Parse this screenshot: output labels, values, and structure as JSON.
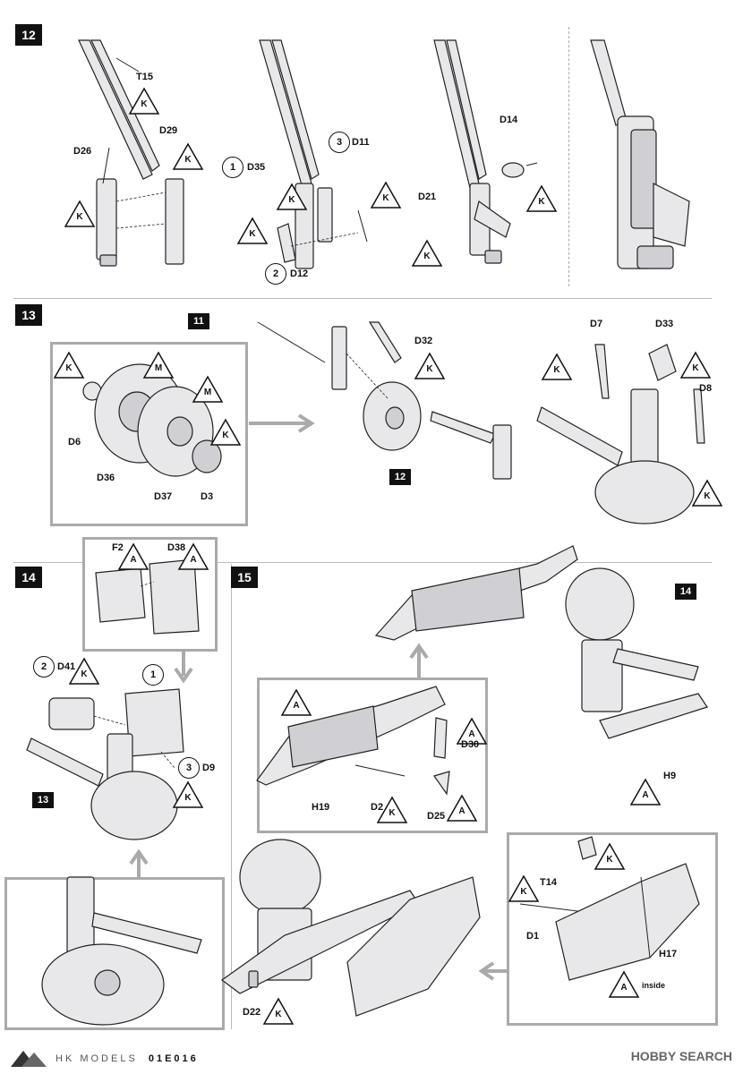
{
  "steps": {
    "s12": "12",
    "s13": "13",
    "s14": "14",
    "s15": "15"
  },
  "inline_badges": {
    "b11": "11",
    "b12": "12",
    "b13": "13",
    "b14": "14"
  },
  "step12": {
    "labels": {
      "t15": "T15",
      "d26": "D26",
      "d29": "D29",
      "d35": "D35",
      "d12": "D12",
      "d11": "D11",
      "d14": "D14",
      "d21": "D21"
    },
    "circles": {
      "c1": "1",
      "c2": "2",
      "c3": "3"
    },
    "tri": "K"
  },
  "step13": {
    "labels": {
      "d6": "D6",
      "d36": "D36",
      "d37": "D37",
      "d3": "D3",
      "d32": "D32",
      "d7": "D7",
      "d33": "D33",
      "d8": "D8"
    },
    "tri_m": "M",
    "tri_k": "K"
  },
  "step14": {
    "labels": {
      "f2": "F2",
      "d38": "D38",
      "d41": "D41",
      "d9": "D9"
    },
    "circles": {
      "c1": "1",
      "c2": "2",
      "c3": "3"
    },
    "tri_a": "A",
    "tri_k": "K"
  },
  "step15": {
    "labels": {
      "d30": "D30",
      "h19": "H19",
      "d2": "D2",
      "d25": "D25",
      "h9": "H9",
      "t14": "T14",
      "d1": "D1",
      "h17": "H17",
      "d22": "D22"
    },
    "inside_note": "inside",
    "tri_a": "A",
    "tri_k": "K"
  },
  "footer": {
    "brand": "HK MODELS",
    "code": "01E016",
    "watermark": "HOBBY SEARCH"
  }
}
